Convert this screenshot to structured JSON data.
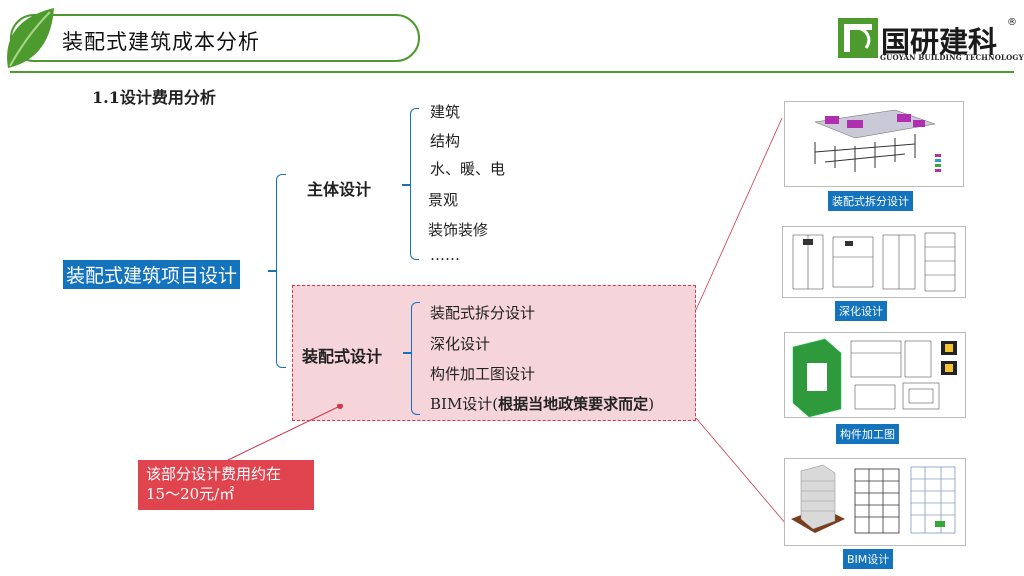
{
  "header": {
    "title": "装配式建筑成本分析",
    "logo_name": "国研建科",
    "logo_registered": "®",
    "logo_subtitle": "GUOYAN BUILDING TECHNOLOGY"
  },
  "section": {
    "title": "1.1设计费用分析"
  },
  "tree": {
    "root": "装配式建筑项目设计",
    "main": {
      "label": "主体设计",
      "items": [
        "建筑",
        "结构",
        "水、暖、电",
        "景观",
        "装饰装修",
        "……"
      ]
    },
    "prefab": {
      "label": "装配式设计",
      "items": [
        "装配式拆分设计",
        "深化设计",
        "构件加工图设计"
      ],
      "bim_prefix": "BIM设计(",
      "bim_bold": "根据当地政策要求而定",
      "bim_suffix": ")"
    }
  },
  "note": {
    "line1": "该部分设计费用约在",
    "line2": "15～20元/㎡"
  },
  "thumbnails": [
    {
      "caption": "装配式拆分设计",
      "icon": "split-design-drawing"
    },
    {
      "caption": "深化设计",
      "icon": "detailed-design-drawing"
    },
    {
      "caption": "构件加工图",
      "icon": "component-drawing"
    },
    {
      "caption": "BIM设计",
      "icon": "bim-model"
    }
  ],
  "colors": {
    "brand_green": "#4d9a2e",
    "accent_blue": "#1473bd",
    "highlight_red": "#e0454f",
    "prefab_fill": "#f5d4da"
  }
}
